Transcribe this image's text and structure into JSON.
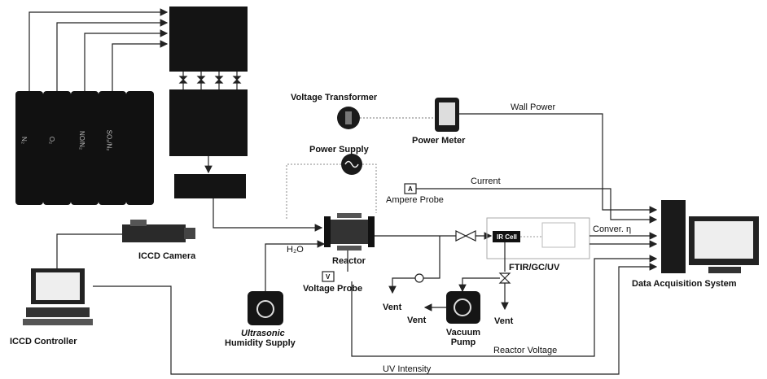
{
  "labels": {
    "voltage_transformer": "Voltage Transformer",
    "power_meter": "Power Meter",
    "wall_power": "Wall Power",
    "power_supply": "Power  Supply",
    "current": "Current",
    "ampere_probe": "Ampere Probe",
    "ampere_symbol": "A",
    "icc_camera": "ICCD Camera",
    "h2o": "H₂O",
    "reactor": "Reactor",
    "voltage_probe": "Voltage Probe",
    "voltage_symbol": "V",
    "ir_cell": "IR Cell",
    "conver": "Conver. η",
    "ftir": "FTIR/GC/UV",
    "vent_1": "Vent",
    "vent_2": "Vent",
    "vent_3": "Vent",
    "vacuum_pump": "Vacuum Pump",
    "reactor_voltage": "Reactor Voltage",
    "uv_intensity": "UV Intensity",
    "ultrasonic_1": "Ultrasonic",
    "ultrasonic_2": "Humidity Supply",
    "iccd_controller": "ICCD Controller",
    "daq_system": "Data Acquisition System",
    "cyl_1": "N₂",
    "cyl_2": "O₂",
    "cyl_3": "NO/N₂",
    "cyl_4": "SO₂/N₂"
  },
  "colors": {
    "ink": "#111111",
    "wire": "#222222",
    "panel": "#141414"
  }
}
